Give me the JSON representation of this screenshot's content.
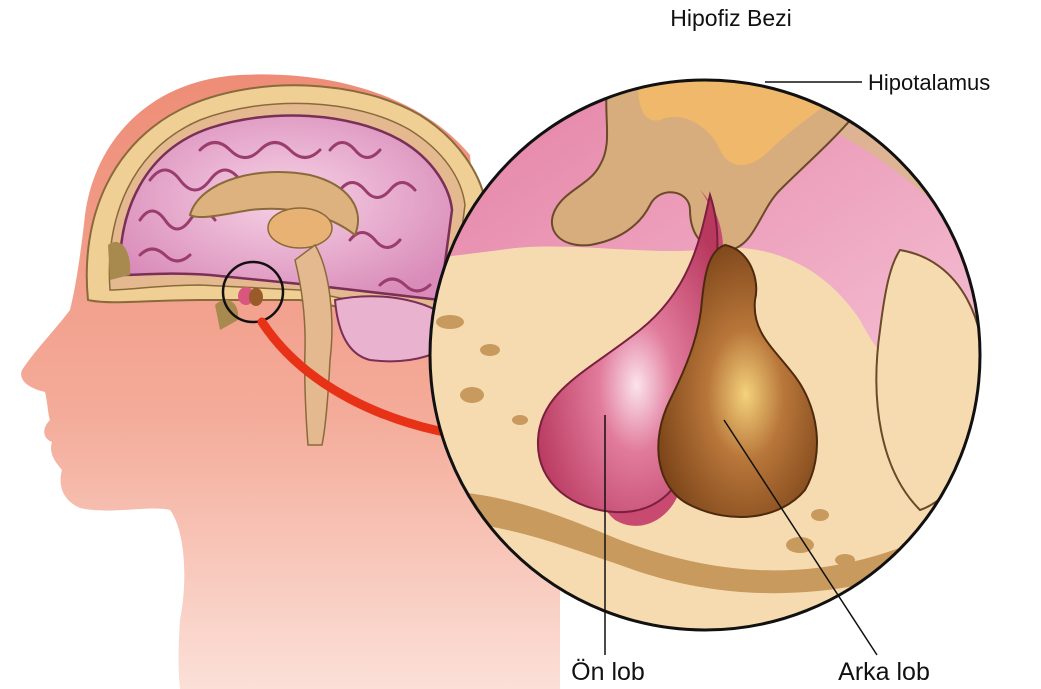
{
  "title": "Hipofiz Bezi",
  "labels": {
    "hypothalamus": "Hipotalamus",
    "anterior_lobe": "Ön lob",
    "posterior_lobe": "Arka lob"
  },
  "colors": {
    "skin": "#f3a795",
    "brain": "#e8a6c9",
    "bone": "#f6dbb0",
    "hypothalamus": "#f0b86a",
    "anterior_lobe": "#d9577e",
    "posterior_lobe": "#9b5a2a",
    "arrow": "#e83218"
  }
}
